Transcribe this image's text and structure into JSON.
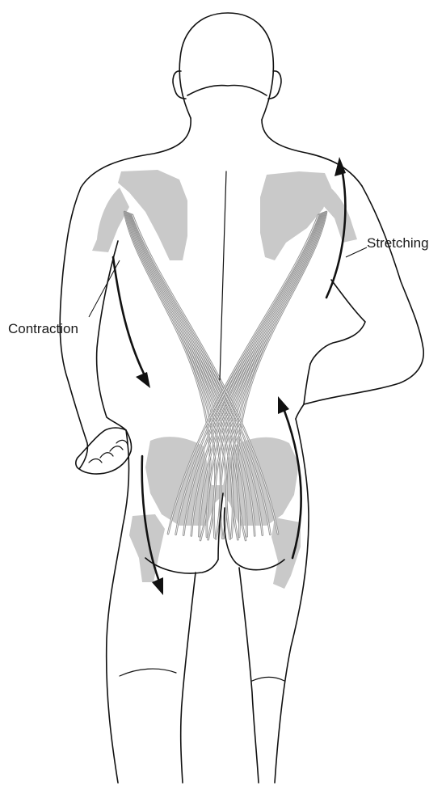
{
  "labels": {
    "contraction": "Contraction",
    "stretching": "Stretching"
  },
  "icons": {
    "contraction_arrows": "curved-arrow-down",
    "stretching_arrows": "curved-arrow-up"
  },
  "colors": {
    "outline": "#111111",
    "bone": "#c9c9c9",
    "muscle_fiber": "#8e8e8e",
    "background": "#ffffff"
  }
}
